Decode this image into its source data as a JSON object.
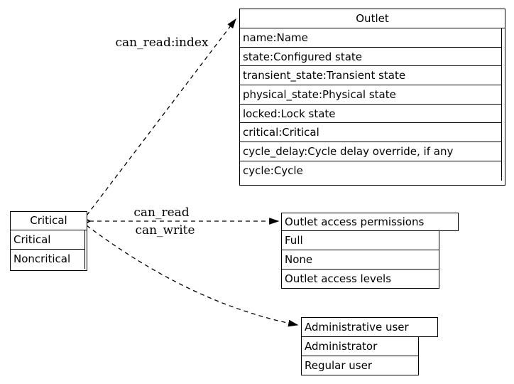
{
  "diagram": {
    "colors": {
      "line": "#000000",
      "background": "#ffffff",
      "text": "#000000"
    },
    "nodes": {
      "critical": {
        "title": "Critical",
        "rows": [
          "Critical",
          "Noncritical"
        ]
      },
      "outlet": {
        "title": "Outlet",
        "rows": [
          "name:Name",
          "state:Configured state",
          "transient_state:Transient state",
          "physical_state:Physical state",
          "locked:Lock state",
          "critical:Critical",
          "cycle_delay:Cycle delay override, if any",
          "cycle:Cycle"
        ]
      },
      "permissions": {
        "title": "Outlet access permissions",
        "rows": [
          "Full",
          "None",
          "Outlet access levels"
        ]
      },
      "admin": {
        "title": "Administrative user",
        "rows": [
          "Administrator",
          "Regular user"
        ]
      }
    },
    "edges": {
      "to_outlet": {
        "label": "can_read:index"
      },
      "to_permissions_read": {
        "label": "can_read"
      },
      "to_permissions_write": {
        "label": "can_write"
      }
    }
  }
}
